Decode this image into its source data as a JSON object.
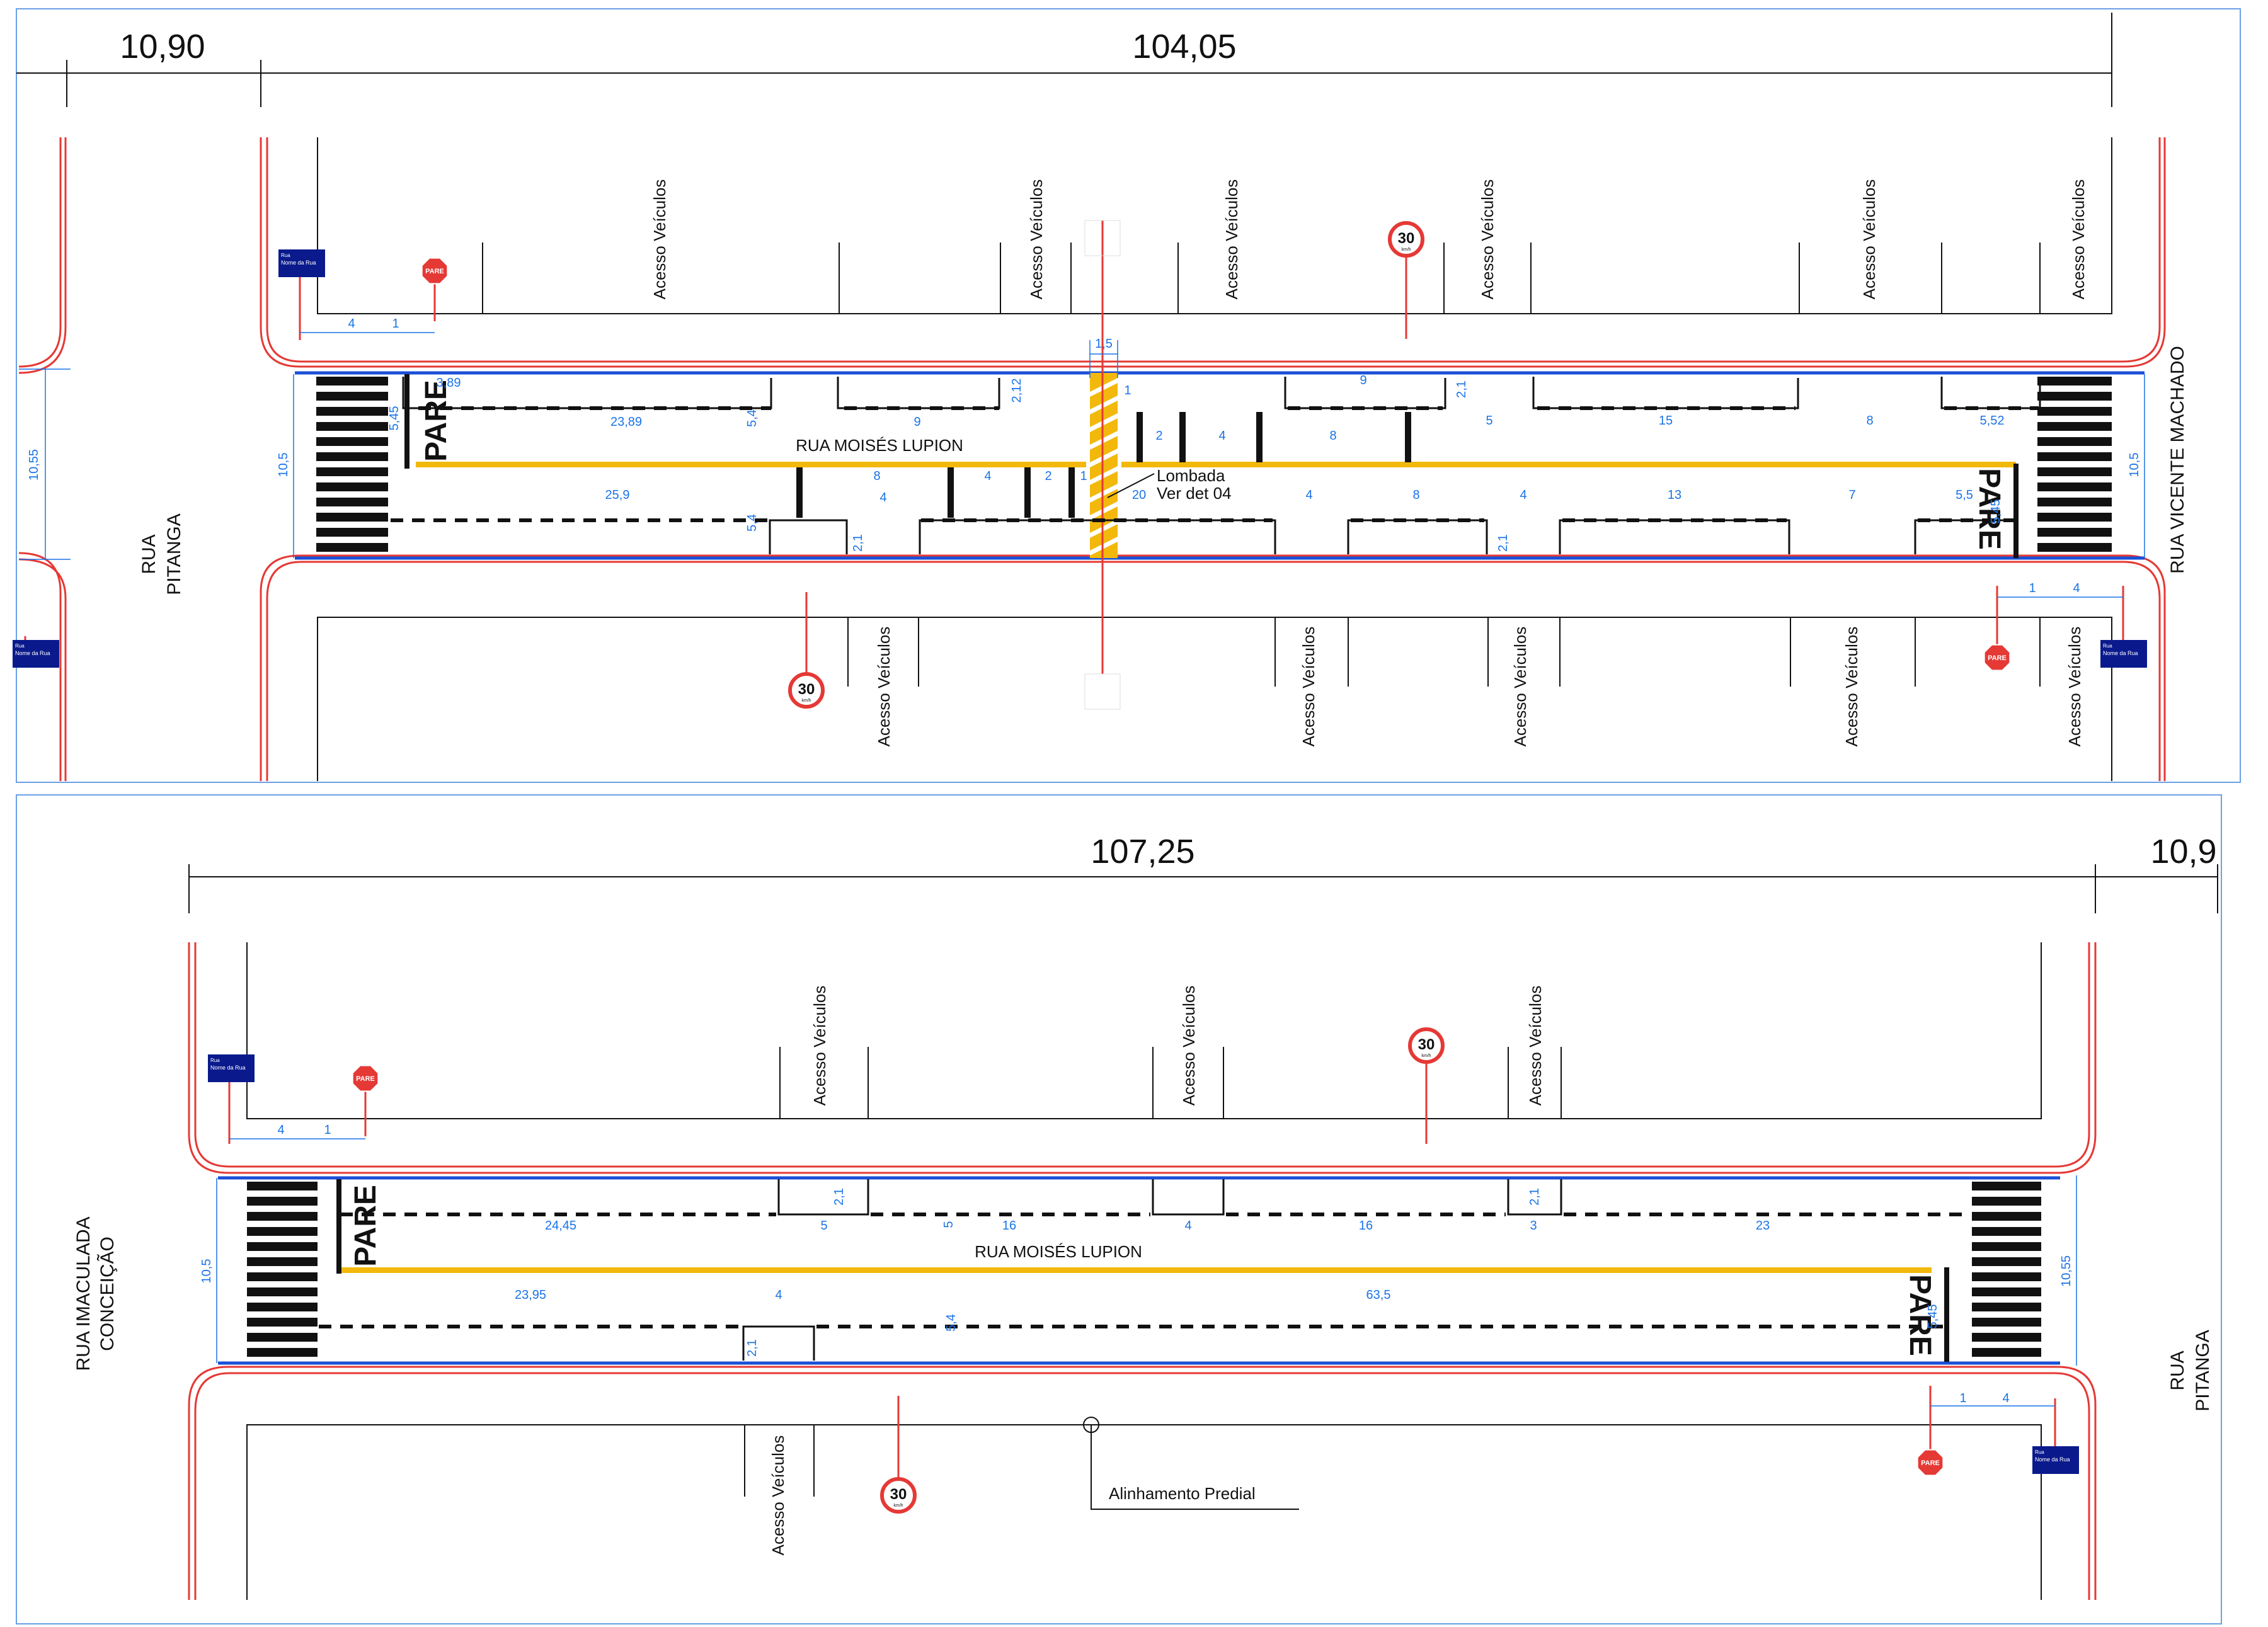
{
  "top_plan": {
    "overall_left": "10,90",
    "overall_main": "104,05",
    "street_name": "RUA MOISÉS LUPION",
    "cross_left": [
      "RUA",
      "PITANGA"
    ],
    "cross_right": "RUA VICENTE MACHADO",
    "road_width_left": "10,55",
    "road_width": "10,5",
    "road_width_right": "10,5",
    "lombada": [
      "Lombada",
      "Ver det 04"
    ],
    "sign_offsets": [
      "4",
      "1"
    ],
    "lombada_width": "1,5",
    "top_dims": [
      "3,89",
      "23,89",
      "5,45",
      "9",
      "2,12",
      "5,4",
      "1",
      "2",
      "4",
      "8",
      "9",
      "2,1",
      "5",
      "15",
      "8",
      "5,52"
    ],
    "bottom_dims": [
      "25,9",
      "8",
      "4",
      "2",
      "1",
      "4",
      "2,1",
      "5,4",
      "20",
      "4",
      "8",
      "4",
      "13",
      "7",
      "5,5",
      "5,45",
      "2,1"
    ],
    "right_offsets": [
      "1",
      "4"
    ]
  },
  "bottom_plan": {
    "overall_main": "107,25",
    "overall_right": "10,9",
    "street_name": "RUA MOISÉS LUPION",
    "cross_left": [
      "RUA IMACULADA",
      "CONCEIÇÃO"
    ],
    "cross_right": [
      "RUA",
      "PITANGA"
    ],
    "road_width_left": "10,5",
    "road_width_right": "10,55",
    "sign_offsets": [
      "4",
      "1"
    ],
    "right_offsets": [
      "1",
      "4"
    ],
    "top_dims": [
      "2,1",
      "24,45",
      "5",
      "16",
      "5",
      "4",
      "16",
      "3",
      "2,1",
      "23"
    ],
    "bottom_dims": [
      "23,95",
      "4",
      "63,5",
      "5,4",
      "2,1",
      "5,45"
    ],
    "alignment_label": "Alinhamento Predial"
  },
  "labels": {
    "access": "Acesso Veículos",
    "pare": "PARE",
    "stop_sign": "PARE",
    "speed": "30",
    "speed_unit": "km/h",
    "street_sign_title": "Rua",
    "street_sign_name": "Nome da Rua"
  },
  "colors": {
    "road_edge": "#1a4fd6",
    "curb": "#e53935",
    "yellow": "#f2b80c",
    "dim": "#1a73e8"
  }
}
